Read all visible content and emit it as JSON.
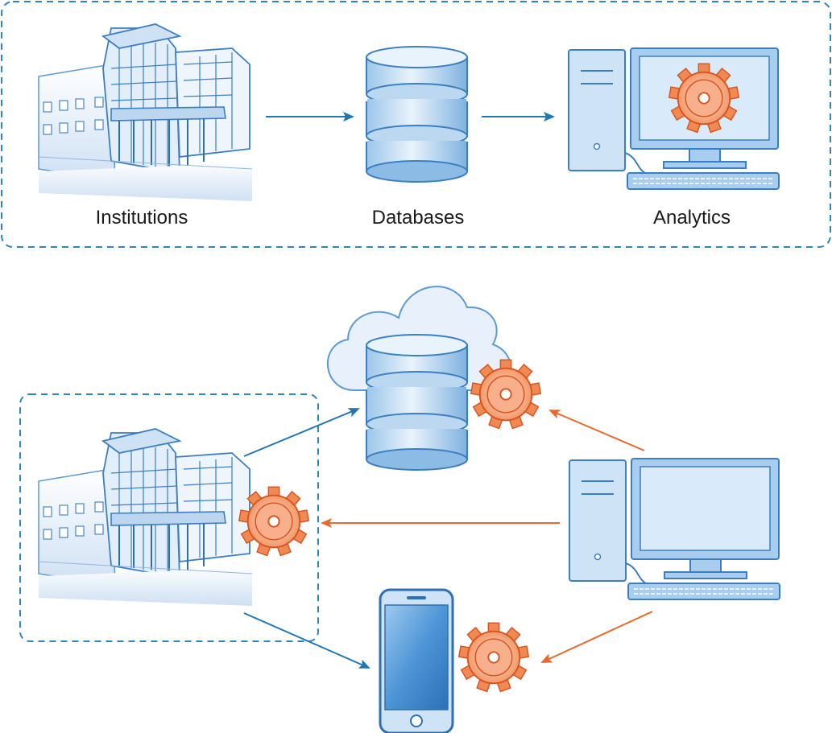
{
  "top_flow": {
    "labels": {
      "institutions": "Institutions",
      "databases": "Databases",
      "analytics": "Analytics"
    }
  },
  "colors": {
    "blue_arrow": "#1f77b4",
    "orange_arrow": "#e8692e",
    "dash_border": "#2f86b8",
    "icon_outline": "#3b8fcf",
    "icon_fill": "#cfe3f6",
    "gear_fill": "#f4a27a",
    "gear_outline": "#d9531e"
  },
  "icons": [
    "building-icon",
    "database-icon",
    "computer-icon",
    "gear-icon",
    "cloud-icon",
    "smartphone-icon"
  ]
}
